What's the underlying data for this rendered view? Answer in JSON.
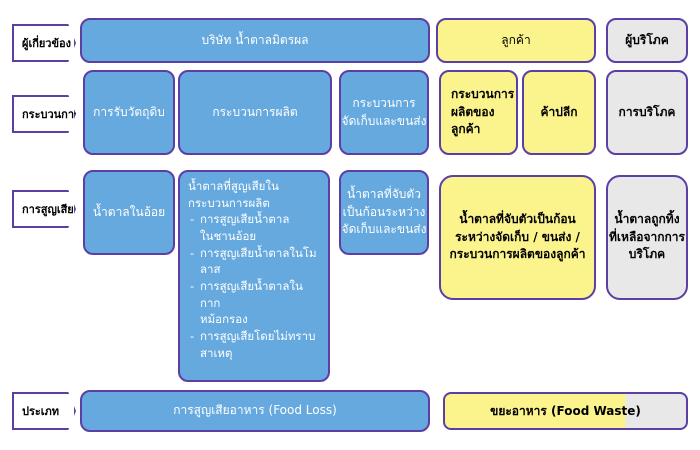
{
  "rows": {
    "stakeholders": "ผู้เกี่ยวข้อง",
    "process": "กระบวนการ",
    "loss": "การสูญเสีย",
    "type": "ประเภท"
  },
  "stakeholders": {
    "company": "บริษัท น้ำตาลมิตรผล",
    "customer": "ลูกค้า",
    "consumer": "ผู้บริโภค"
  },
  "process": {
    "raw": "การรับวัตถุดิบ",
    "production": "กระบวนการผลิต",
    "storage": "กระบวนการ\nจัดเก็บและขนส่ง",
    "customer_production": "กระบวนการ\nผลิตของ\nลูกค้า",
    "retail": "ค้าปลีก",
    "consumption": "การบริโภค"
  },
  "loss": {
    "cane": "น้ำตาลในอ้อย",
    "production_title": "น้ำตาลที่สูญเสียใน\nกระบวนการผลิต",
    "production_items": [
      "การสูญเสียน้ำตาล\nในชานอ้อย",
      "การสูญเสียน้ำตาลในโมลาส",
      "การสูญเสียน้ำตาลในกาก\nหม้อกรอง",
      "การสูญเสียโดยไม่ทราบ\nสาเหตุ"
    ],
    "storage": "น้ำตาลที่จับตัว\nเป็นก้อนระหว่าง\nจัดเก็บและขนส่ง",
    "customer": "น้ำตาลที่จับตัวเป็นก้อน\nระหว่างจัดเก็บ / ขนส่ง /\nกระบวนการผลิตของลูกค้า",
    "consumer": "น้ำตาลถูกทิ้ง\nที่เหลือจากการ\nบริโภค"
  },
  "type": {
    "food_loss": "การสูญเสียอาหาร (Food Loss)",
    "food_waste": "ขยะอาหาร (Food Waste)"
  },
  "colors": {
    "blue": "#66a9df",
    "yellow": "#fbf38c",
    "gray": "#e8e8e8",
    "border": "#5b3fa5"
  }
}
